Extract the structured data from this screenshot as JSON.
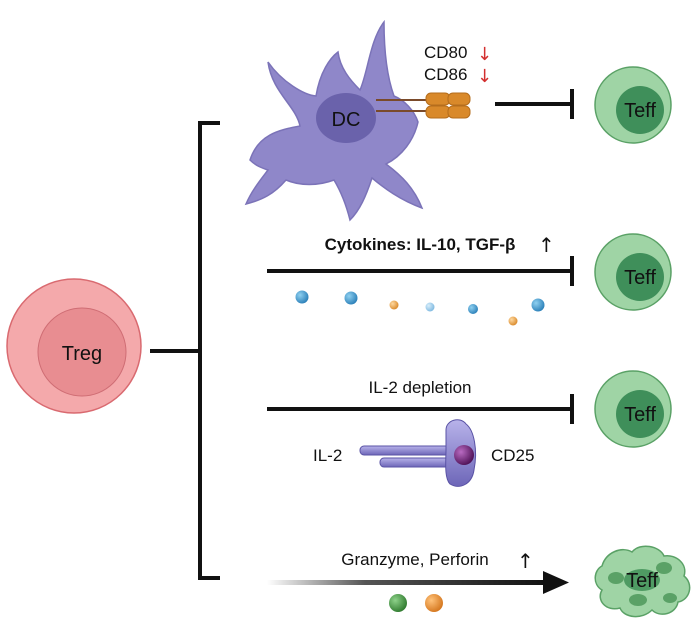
{
  "treg": {
    "label": "Treg"
  },
  "dc": {
    "label": "DC",
    "markers": [
      {
        "name": "CD80",
        "arrow": "↓"
      },
      {
        "name": "CD86",
        "arrow": "↓"
      }
    ]
  },
  "pathways": [
    {
      "id": "costim",
      "teff_label": "Teff"
    },
    {
      "id": "cytokines",
      "label": "Cytokines: IL-10, TGF-β",
      "arrow": "↑",
      "teff_label": "Teff"
    },
    {
      "id": "il2",
      "label": "IL-2 depletion",
      "teff_label": "Teff",
      "ligand": "IL-2",
      "receptor": "CD25"
    },
    {
      "id": "cytolysis",
      "label": "Granzyme, Perforin",
      "arrow": "↑",
      "teff_label": "Teff"
    }
  ],
  "colors": {
    "treg_outer": "#f4a9ab",
    "treg_inner": "#e88d91",
    "teff_outer": "#9fd4a5",
    "teff_inner": "#3f8f5a",
    "dc_body": "#8f87c9",
    "dc_nucleus": "#6a62ab",
    "marker": "#d9892a",
    "marker_red": "#d32f2f",
    "receptor": "#8a84cc",
    "receptor_dot": "#6b2374"
  }
}
